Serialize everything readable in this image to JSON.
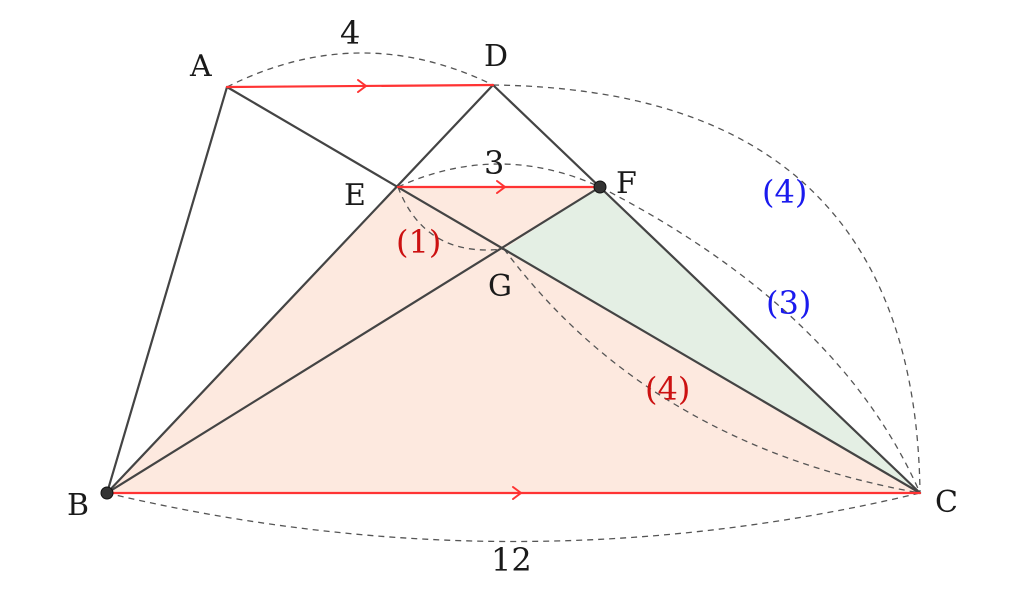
{
  "points": {
    "A": "A",
    "B": "B",
    "C": "C",
    "D": "D",
    "E": "E",
    "F": "F",
    "G": "G"
  },
  "lengths": {
    "AD": "4",
    "EF": "3",
    "BC": "12"
  },
  "ratios": {
    "EG": "(1)",
    "GC": "(4)",
    "DF": "(4)",
    "FC": "(3)"
  },
  "colors": {
    "edge": "#444444",
    "parallel": "#ff3333",
    "arc": "#555555",
    "fill_bgc": "#fde9df",
    "fill_gfc": "#e4efe4",
    "ratio_red": "#cc1111",
    "ratio_blue": "#1a1aee"
  }
}
